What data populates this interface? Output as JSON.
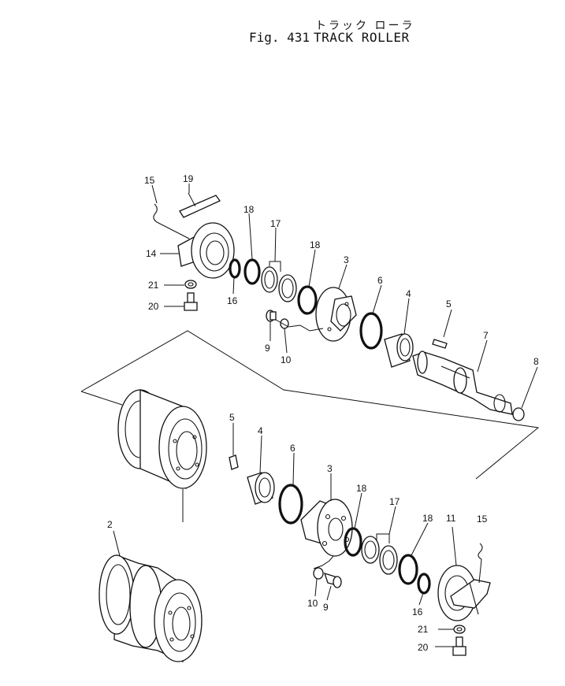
{
  "title": {
    "japanese": "トラック ローラ",
    "figure": "Fig. 431",
    "name": "TRACK ROLLER"
  },
  "callouts": {
    "c15a": "15",
    "c19": "19",
    "c18a": "18",
    "c17a": "17",
    "c14": "14",
    "c18b": "18",
    "c3a": "3",
    "c21a": "21",
    "c16a": "16",
    "c20a": "20",
    "c6a": "6",
    "c4a": "4",
    "c5a": "5",
    "c7": "7",
    "c9a": "9",
    "c10a": "10",
    "c8": "8",
    "c5b": "5",
    "c4b": "4",
    "c6b": "6",
    "c3b": "3",
    "c18c": "18",
    "c17b": "17",
    "c18d": "18",
    "c11": "11",
    "c15b": "15",
    "c2": "2",
    "c10b": "10",
    "c9b": "9",
    "c16b": "16",
    "c21b": "21",
    "c20b": "20"
  }
}
